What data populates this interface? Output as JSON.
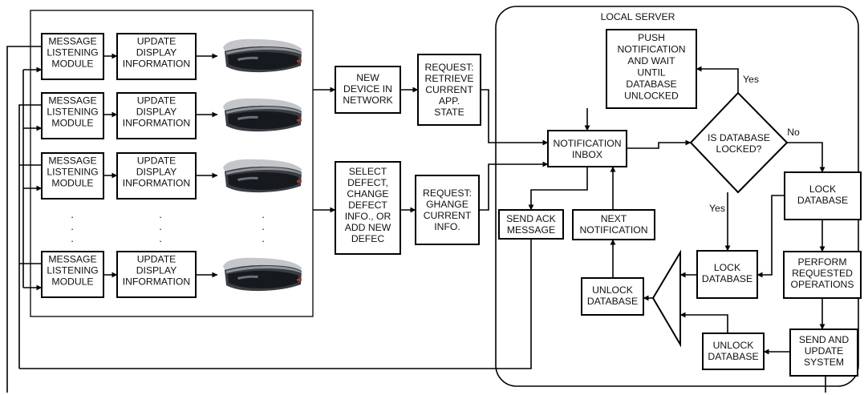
{
  "server": {
    "title": "LOCAL SERVER"
  },
  "clients": {
    "module": [
      "MESSAGE",
      "LISTENING",
      "MODULE"
    ],
    "update": [
      "UPDATE",
      "DISPLAY",
      "INFORMATION"
    ],
    "ellipsis": "."
  },
  "middle": {
    "new_device": [
      "NEW",
      "DEVICE IN",
      "NETWORK"
    ],
    "request_retrieve": [
      "REQUEST:",
      "RETRIEVE",
      "CURRENT",
      "APP.",
      "STATE"
    ],
    "select_defect": [
      "SELECT",
      "DEFECT,",
      "CHANGE",
      "DEFECT",
      "INFO., OR",
      "ADD NEW",
      "DEFEC"
    ],
    "request_change": [
      "REQUEST:",
      "GHANGE",
      "CURRENT",
      "INFO."
    ]
  },
  "flow": {
    "inbox": [
      "NOTIFICATION",
      "INBOX"
    ],
    "push": [
      "PUSH",
      "NOTIFICATION",
      "AND WAIT",
      "UNTIL",
      "DATABASE",
      "UNLOCKED"
    ],
    "decision": [
      "IS DATABASE",
      "LOCKED?"
    ],
    "lock_db": [
      "LOCK",
      "DATABASE"
    ],
    "perform": [
      "PERFORM",
      "REQUESTED",
      "OPERATIONS"
    ],
    "send_update": [
      "SEND AND",
      "UPDATE",
      "SYSTEM"
    ],
    "unlock_db": [
      "UNLOCK",
      "DATABASE"
    ],
    "next": [
      "NEXT",
      "NOTIFICATION"
    ],
    "send_ack": [
      "SEND ACK",
      "MESSAGE"
    ]
  },
  "edges": {
    "yes": "Yes",
    "no": "No"
  }
}
